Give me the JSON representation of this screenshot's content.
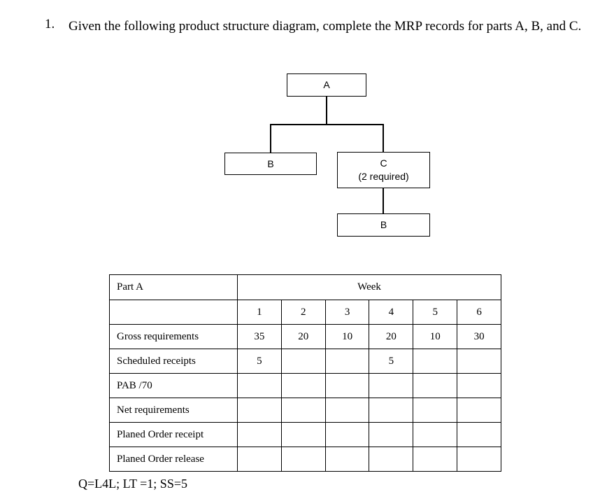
{
  "question": {
    "number": "1.",
    "text": "Given the following product structure diagram, complete the MRP records for parts A, B, and C."
  },
  "diagram": {
    "node_a": "A",
    "node_b": "B",
    "node_c": "C",
    "node_c_qty": "(2 required)",
    "node_c_child": "B"
  },
  "table": {
    "part_label": "Part A",
    "week_label": "Week",
    "weeks": [
      "1",
      "2",
      "3",
      "4",
      "5",
      "6"
    ],
    "rows": [
      {
        "label": "Gross requirements",
        "cells": [
          "35",
          "20",
          "10",
          "20",
          "10",
          "30"
        ]
      },
      {
        "label": "Scheduled receipts",
        "cells": [
          "5",
          "",
          "",
          "5",
          "",
          ""
        ]
      },
      {
        "label": "PAB /70",
        "cells": [
          "",
          "",
          "",
          "",
          "",
          ""
        ]
      },
      {
        "label": "Net requirements",
        "cells": [
          "",
          "",
          "",
          "",
          "",
          ""
        ]
      },
      {
        "label": "Planed Order receipt",
        "cells": [
          "",
          "",
          "",
          "",
          "",
          ""
        ]
      },
      {
        "label": "Planed Order release",
        "cells": [
          "",
          "",
          "",
          "",
          "",
          ""
        ]
      }
    ]
  },
  "footer": "Q=L4L; LT =1; SS=5"
}
